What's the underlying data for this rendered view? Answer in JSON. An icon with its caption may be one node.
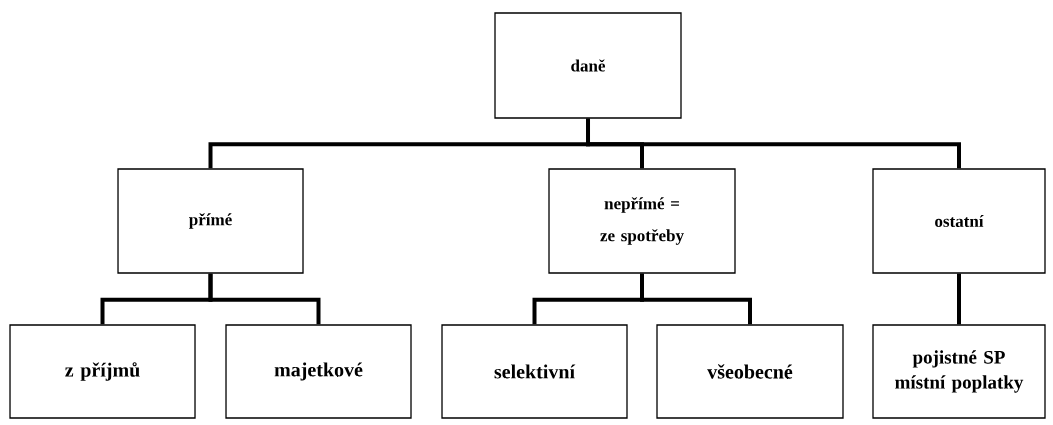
{
  "diagram": {
    "nodes": [
      {
        "text": [
          "daně"
        ]
      },
      {
        "text": [
          "přímé"
        ]
      },
      {
        "text": [
          "nepřímé = ze spotřeby"
        ]
      },
      {
        "text": [
          "ostatní"
        ]
      },
      {
        "text": [
          "z příjmů"
        ]
      },
      {
        "text": [
          "majetkové"
        ]
      },
      {
        "text": [
          "selektivní"
        ]
      },
      {
        "text": [
          "všeobecné"
        ]
      },
      {
        "text": [
          "pojistné SP",
          "místní poplatky"
        ]
      }
    ],
    "edges": [
      {
        "from": 0,
        "to": 1,
        "arrow": "none"
      },
      {
        "from": 0,
        "to": 2,
        "arrow": "none"
      },
      {
        "from": 0,
        "to": 3,
        "arrow": "none"
      },
      {
        "from": 1,
        "to": 4,
        "arrow": "none"
      },
      {
        "from": 1,
        "to": 5,
        "arrow": "none"
      },
      {
        "from": 2,
        "to": 6,
        "arrow": "none"
      },
      {
        "from": 2,
        "to": 7,
        "arrow": "none"
      },
      {
        "from": 3,
        "to": 8,
        "arrow": "none"
      }
    ]
  }
}
